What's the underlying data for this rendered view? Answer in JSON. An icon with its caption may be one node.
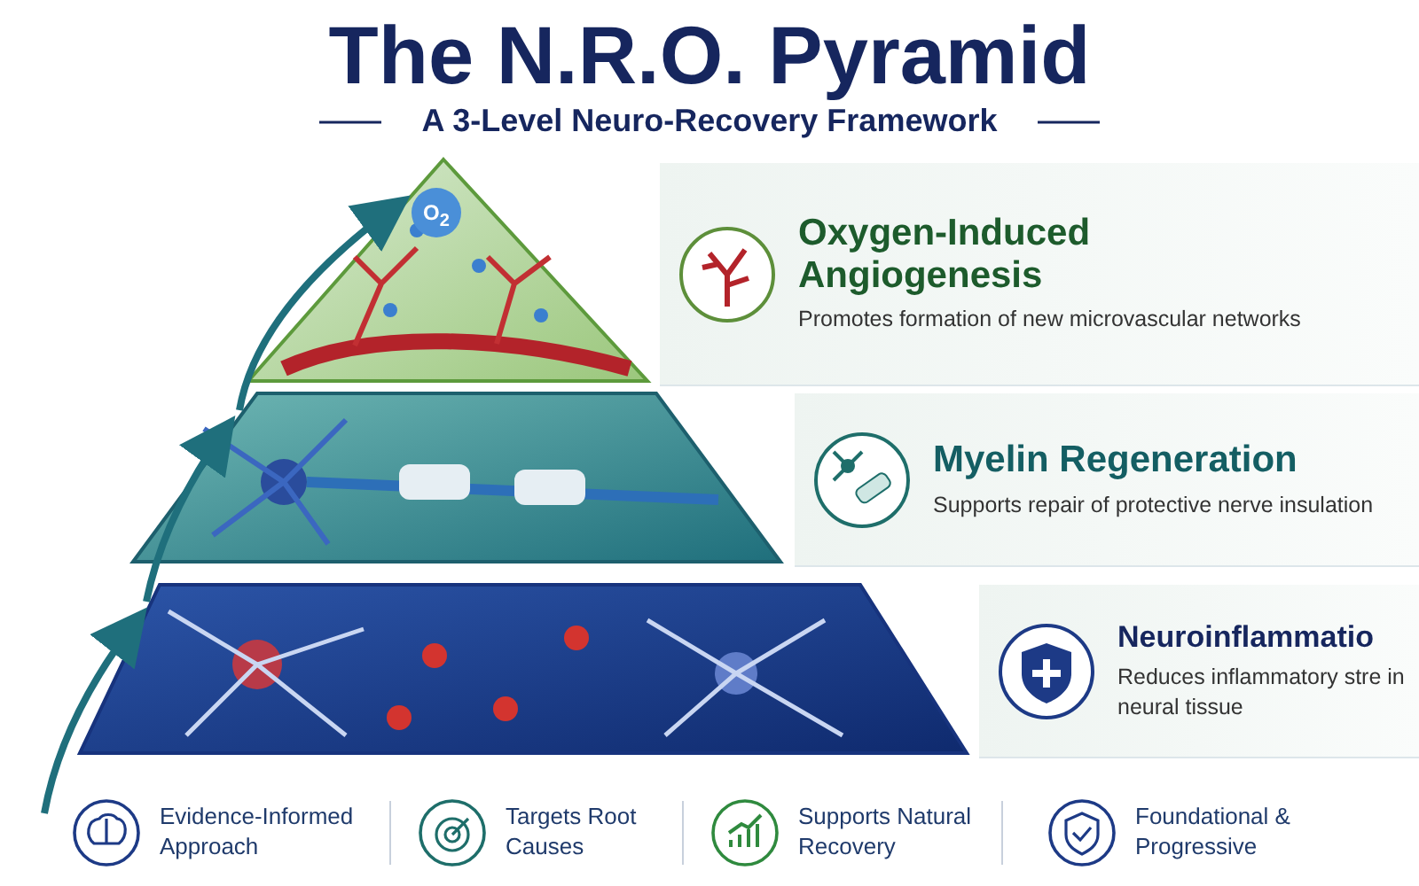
{
  "diagram": {
    "title": "The N.R.O. Pyramid",
    "nodes": [
      {
        "text": [],
        "shape": "picture"
      },
      {
        "text": [
          "Oxygen-Induced Angiogenesis",
          "Promotes formation of new microvascular networks"
        ]
      },
      {
        "text": [],
        "shape": "picture"
      },
      {
        "text": [
          "Myelin Regeneration",
          "Supports repair of protective nerve insulation"
        ]
      },
      {
        "text": [],
        "shape": "picture"
      },
      {
        "text": [
          "Neuroinflammatio",
          "Reduces inflammatory stre in neural tissue"
        ]
      }
    ],
    "edges": [
      {
        "from": null,
        "to": 4,
        "arrow": "to"
      },
      {
        "from": 4,
        "to": 2,
        "arrow": "to"
      },
      {
        "from": 2,
        "to": 0,
        "arrow": "to"
      }
    ],
    "labels": [
      "A 3-Level Neuro-Recovery Framework",
      "O$_{2}$",
      "Evidence-Informed Approach",
      "Targets Root Causes",
      "Supports Natural Recovery",
      "Foundational & Progressive"
    ]
  }
}
